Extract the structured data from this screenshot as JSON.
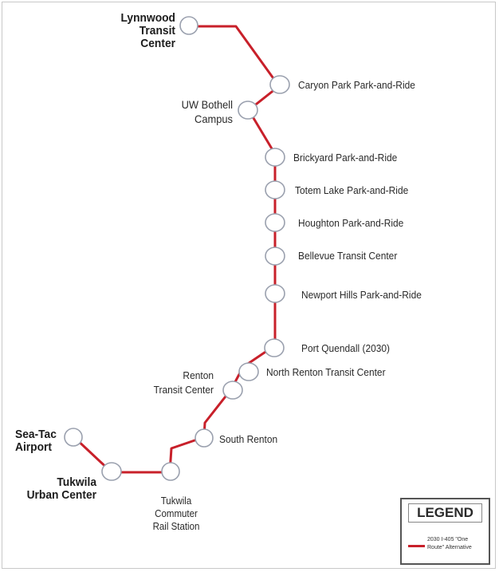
{
  "route_color": "#c8202a",
  "stations": {
    "lynnwood": "Lynnwood\nTransit Center",
    "uw_bothell": "UW Bothell\nCampus",
    "canyon_park": "Caryon Park Park-and-Ride",
    "brickyard": "Brickyard Park-and-Ride",
    "totem_lake": "Totem Lake Park-and-Ride",
    "houghton": "Houghton Park-and-Ride",
    "bellevue": "Bellevue Transit Center",
    "newport_hills": "Newport Hills Park-and-Ride",
    "port_quendall": "Port Quendall (2030)",
    "north_renton": "North Renton Transit Center",
    "renton": "Renton\nTransit Center",
    "south_renton": "South Renton",
    "seatac": "Sea-Tac\nAirport",
    "tukwila_urban": "Tukwila\nUrban Center",
    "tukwila_rail": "Tukwila\nCommuter\nRail Station"
  },
  "legend": {
    "title": "LEGEND",
    "entry": "2030 I-405 \"One Route\" Alternative"
  }
}
